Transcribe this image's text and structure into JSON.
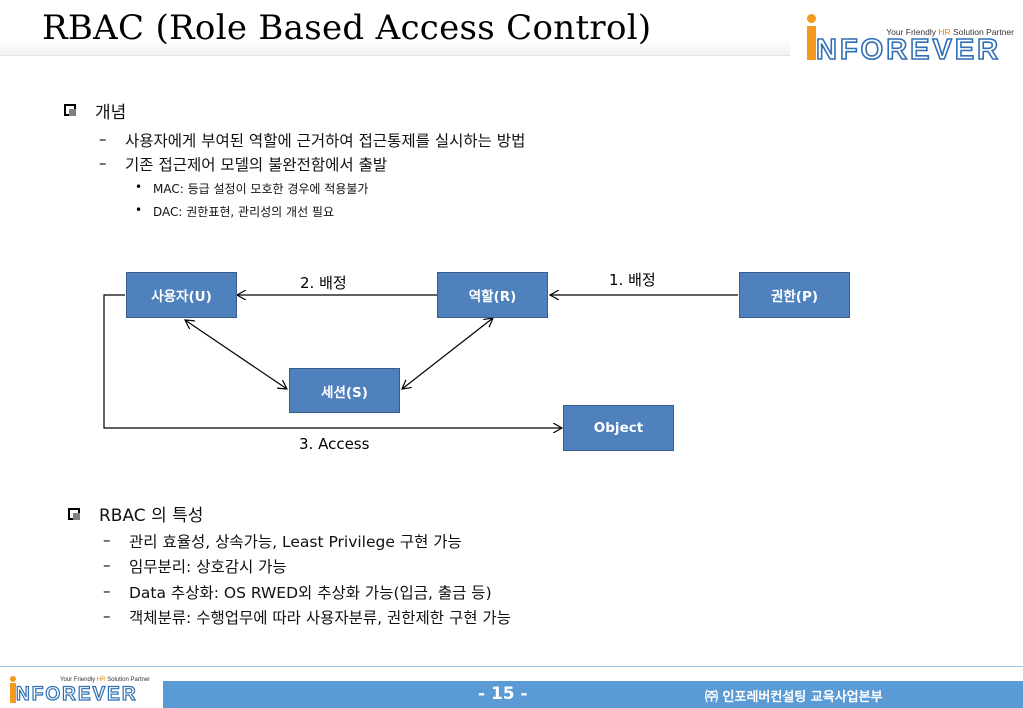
{
  "header": {
    "title": "RBAC (Role Based Access Control)",
    "logo": {
      "tagline_pre": "Your Friendly ",
      "tagline_hl": "HR",
      "tagline_post": " Solution Partner",
      "wordmark": "NFOREVER"
    }
  },
  "concept": {
    "heading": "개념",
    "items": [
      "사용자에게 부여된 역할에 근거하여 접근통제를 실시하는 방법",
      "기존 접근제어 모델의 불완전함에서 출발"
    ],
    "sub_items": [
      "MAC: 등급 설정이 모호한 경우에 적용불가",
      "DAC: 권한표현, 관리성의 개선 필요"
    ]
  },
  "diagram": {
    "nodes": {
      "user": "사용자(U)",
      "role": "역할(R)",
      "permission": "권한(P)",
      "session": "세션(S)",
      "object": "Object"
    },
    "edges": {
      "role_to_user": "2. 배정",
      "perm_to_role": "1. 배정",
      "access": "3. Access"
    },
    "colors": {
      "box_fill": "#4f81bd",
      "box_border": "#385d8a"
    }
  },
  "features": {
    "heading": "RBAC 의 특성",
    "items": [
      "관리 효율성, 상속가능, Least Privilege  구현 가능",
      "임무분리: 상호감시 가능",
      "Data 추상화: OS RWED외 추상화 가능(입금, 출금 등)",
      "객체분류: 수행업무에 따라 사용자분류, 권한제한 구현 가능"
    ]
  },
  "footer": {
    "page": "- 15 -",
    "company": "㈜ 인포레버컨설팅 교육사업본부",
    "logo": {
      "tagline_pre": "Your Friendly ",
      "tagline_hl": "HR",
      "tagline_post": " Solution Partner",
      "wordmark": "NFOREVER"
    },
    "bar_color": "#5b9bd5"
  }
}
